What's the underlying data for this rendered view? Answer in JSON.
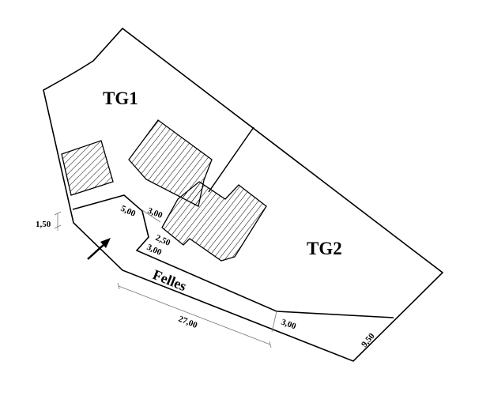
{
  "plots": {
    "tg1": "TG1",
    "tg2": "TG2",
    "shared": "Felles"
  },
  "dimensions": {
    "left_offset": "1,50",
    "driveway_a": "5,00",
    "driveway_b": "3,00",
    "driveway_c": "2,50",
    "driveway_d": "3,00",
    "road_length": "27,00",
    "road_width": "3,00",
    "end_width": "9,50"
  },
  "colors": {
    "line": "#000000",
    "dimension_line": "#777777"
  }
}
